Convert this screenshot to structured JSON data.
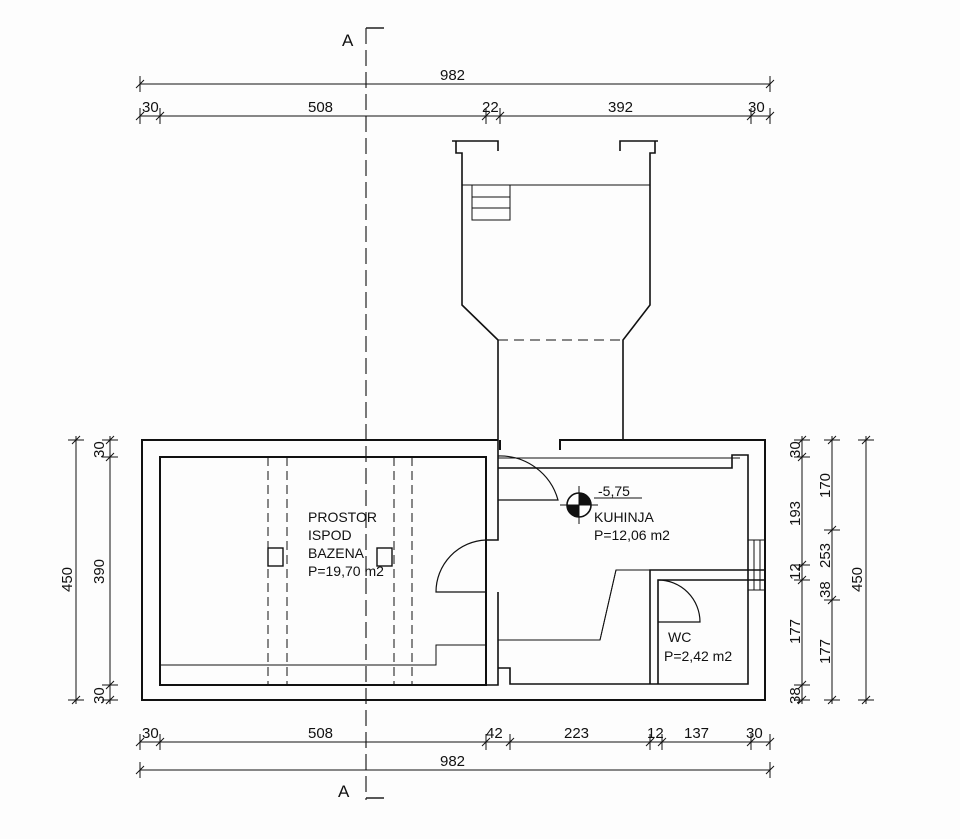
{
  "section": {
    "label_top": "A",
    "label_bottom": "A"
  },
  "dims_top": {
    "overall": "982",
    "seg1": "30",
    "seg2": "508",
    "seg3": "22",
    "seg4": "392",
    "seg5": "30"
  },
  "dims_bottom": {
    "overall": "982",
    "seg1": "30",
    "seg2": "508",
    "seg3": "42",
    "seg4": "223",
    "seg5": "12",
    "seg6": "137",
    "seg7": "30"
  },
  "dims_left": {
    "overall": "450",
    "seg1": "30",
    "seg2": "390",
    "seg3": "30"
  },
  "dims_right": {
    "overall": "450",
    "d170": "170",
    "d193": "193",
    "d12": "12",
    "d253": "253",
    "d38a": "38",
    "d177a": "177",
    "d177b": "177",
    "d30": "30",
    "d38b": "38"
  },
  "rooms": {
    "pool": {
      "line1": "PROSTOR",
      "line2": "ISPOD",
      "line3": "BAZENA",
      "area": "P=19,70 m2"
    },
    "kitchen": {
      "level": "-5,75",
      "name": "KUHINJA",
      "area": "P=12,06 m2"
    },
    "wc": {
      "name": "WC",
      "area": "P=2,42 m2"
    }
  }
}
